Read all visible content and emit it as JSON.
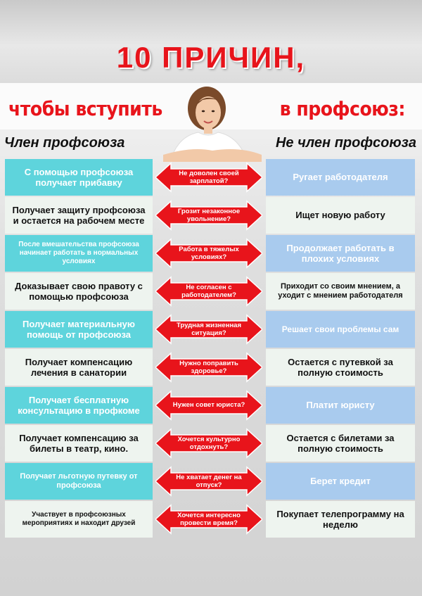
{
  "title": "10 ПРИЧИН,",
  "subtitle_left": "чтобы вступить",
  "subtitle_right": "в профсоюз:",
  "col_left": "Член профсоюза",
  "col_right": "Не член профсоюза",
  "colors": {
    "red": "#e8141b",
    "teal": "#5ed4dc",
    "light_blue": "#a9cbee",
    "mint": "#eef4ef"
  },
  "rows": [
    {
      "left": "С помощью профсоюза получает прибавку",
      "middle": "Не доволен своей зарплатой?",
      "right": "Ругает работодателя"
    },
    {
      "left": "Получает защиту профсоюза и остается на рабочем месте",
      "middle": "Грозит незаконное увольнение?",
      "right": "Ищет новую работу"
    },
    {
      "left": "После вмешательства профсоюза начинает работать в нормальных условиях",
      "middle": "Работа в тяжелых условиях?",
      "right": "Продолжает работать в плохих условиях"
    },
    {
      "left": "Доказывает свою правоту с помощью профсоюза",
      "middle": "Не согласен с работодателем?",
      "right": "Приходит со своим мнением, а уходит с мнением работодателя"
    },
    {
      "left": "Получает материальную помощь от профсоюза",
      "middle": "Трудная жизненная ситуация?",
      "right": "Решает свои проблемы сам"
    },
    {
      "left": "Получает компенсацию лечения в санатории",
      "middle": "Нужно поправить здоровье?",
      "right": "Остается с путевкой за полную стоимость"
    },
    {
      "left": "Получает бесплатную консультацию в профкоме",
      "middle": "Нужен совет юриста?",
      "right": "Платит юристу"
    },
    {
      "left": "Получает компенсацию за билеты в театр, кино.",
      "middle": "Хочется культурно отдохнуть?",
      "right": "Остается с билетами за полную стоимость"
    },
    {
      "left": "Получает льготную путевку от профсоюза",
      "middle": "Не хватает денег на отпуск?",
      "right": "Берет кредит"
    },
    {
      "left": "Участвует в профсоюзных мероприятиях и находит друзей",
      "middle": "Хочется интересно провести время?",
      "right": "Покупает телепрограмму на неделю"
    }
  ]
}
